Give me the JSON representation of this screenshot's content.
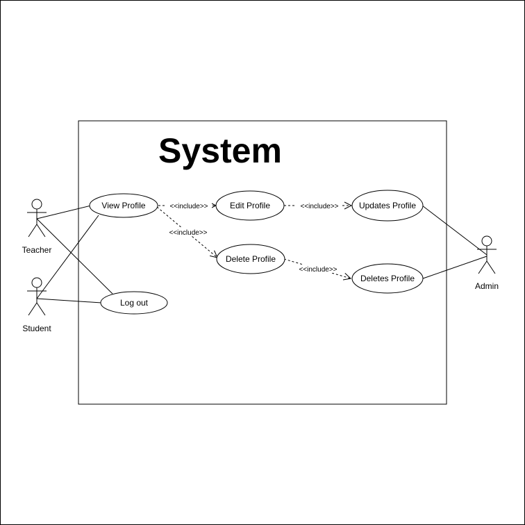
{
  "system": {
    "title": "System"
  },
  "actors": {
    "teacher": "Teacher",
    "student": "Student",
    "admin": "Admin"
  },
  "use_cases": {
    "view_profile": "View Profile",
    "edit_profile": "Edit Profile",
    "updates_profile": "Updates Profile",
    "delete_profile": "Delete Profile",
    "deletes_profile": "Deletes Profile",
    "log_out": "Log out"
  },
  "relations": {
    "view_edit": "<<include>>",
    "edit_updates": "<<include>>",
    "view_delete": "<<include>>",
    "delete_deletes": "<<include>>"
  }
}
